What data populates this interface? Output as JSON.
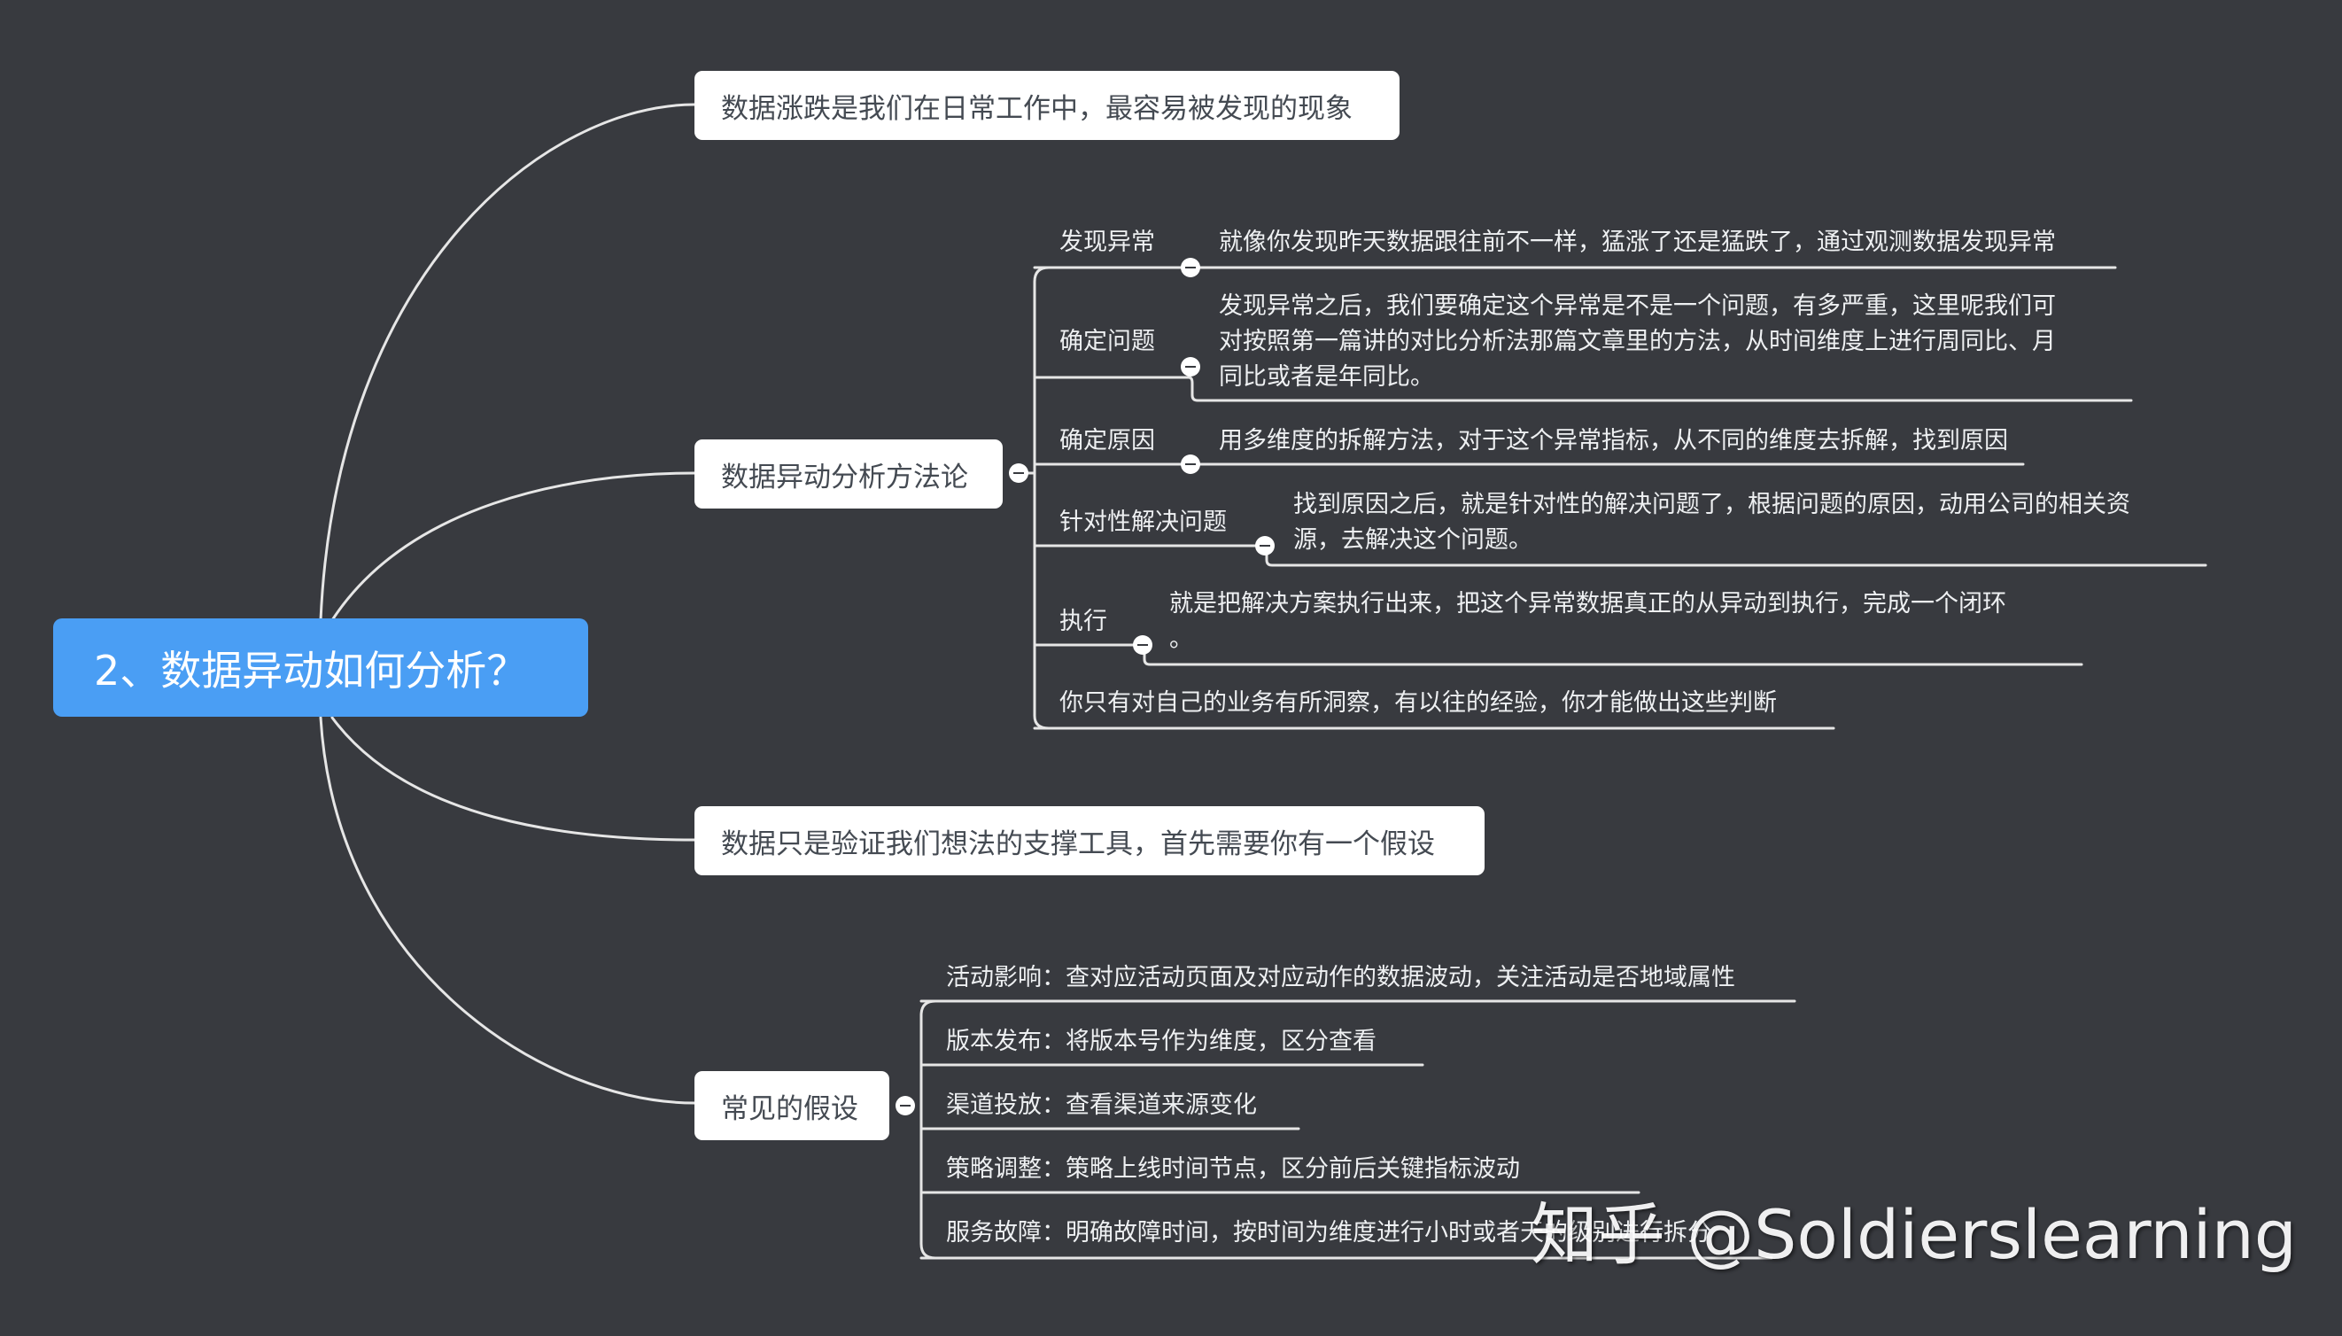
{
  "root": {
    "title": "2、数据异动如何分析？"
  },
  "branches": {
    "b1": {
      "title": "数据涨跌是我们在日常工作中，最容易被发现的现象"
    },
    "b2": {
      "title": "数据异动分析方法论",
      "steps": [
        {
          "label": "发现异常",
          "desc": [
            "就像你发现昨天数据跟往前不一样，猛涨了还是猛跌了，通过观测数据发现异常"
          ]
        },
        {
          "label": "确定问题",
          "desc": [
            "发现异常之后，我们要确定这个异常是不是一个问题，有多严重，这里呢我们可",
            "对按照第一篇讲的对比分析法那篇文章里的方法，从时间维度上进行周同比、月",
            "同比或者是年同比。"
          ]
        },
        {
          "label": "确定原因",
          "desc": [
            "用多维度的拆解方法，对于这个异常指标，从不同的维度去拆解，找到原因"
          ]
        },
        {
          "label": "针对性解决问题",
          "desc": [
            "找到原因之后，就是针对性的解决问题了，根据问题的原因，动用公司的相关资",
            "源，去解决这个问题。"
          ]
        },
        {
          "label": "执行",
          "desc": [
            "就是把解决方案执行出来，把这个异常数据真正的从异动到执行，完成一个闭环",
            "。"
          ]
        }
      ],
      "note": "你只有对自己的业务有所洞察，有以往的经验，你才能做出这些判断"
    },
    "b3": {
      "title": "数据只是验证我们想法的支撑工具，首先需要你有一个假设"
    },
    "b4": {
      "title": "常见的假设",
      "items": [
        "活动影响：查对应活动页面及对应动作的数据波动，关注活动是否地域属性",
        "版本发布：将版本号作为维度，区分查看",
        "渠道投放：查看渠道来源变化",
        "策略调整：策略上线时间节点，区分前后关键指标波动",
        "服务故障：明确故障时间，按时间为维度进行小时或者天的级别进行拆分"
      ]
    }
  },
  "watermark": "知乎 @Soldierslearning",
  "colors": {
    "background": "#383a3f",
    "root": "#4a9ef4",
    "node": "#ffffff",
    "line": "#e8e8e8"
  }
}
